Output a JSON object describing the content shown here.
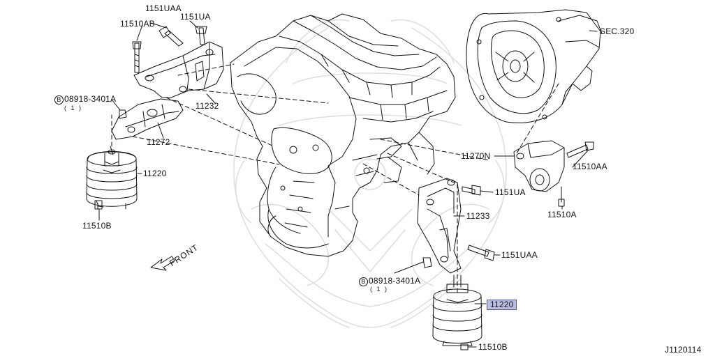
{
  "diagram_id": "J1120114",
  "front_label": "FRONT",
  "engine_label": "SEC.320",
  "callouts": {
    "p11510AB": "11510AB",
    "p1151UAA_top": "1151UAA",
    "p1151UA_top": "1151UA",
    "p11232": "11232",
    "bolt_left_code": "08918-3401A",
    "bolt_left_qty": "( 1 )",
    "bolt_circle_letter": "B",
    "p11272": "11272",
    "p11220_left": "11220",
    "p11510B_left": "11510B",
    "p11270N": "11270N",
    "p11510AA": "11510AA",
    "p11510A": "11510A",
    "p1151UA_mid": "1151UA",
    "p11233": "11233",
    "p1151UAA_mid": "1151UAA",
    "bolt_right_code": "08918-3401A",
    "bolt_right_qty": "( 1 )",
    "p11220_right": "11220",
    "p11510B_right": "11510B"
  },
  "colors": {
    "line": "#111111",
    "watermark": "#dcdcdc",
    "highlight": "#b9bfe3"
  }
}
